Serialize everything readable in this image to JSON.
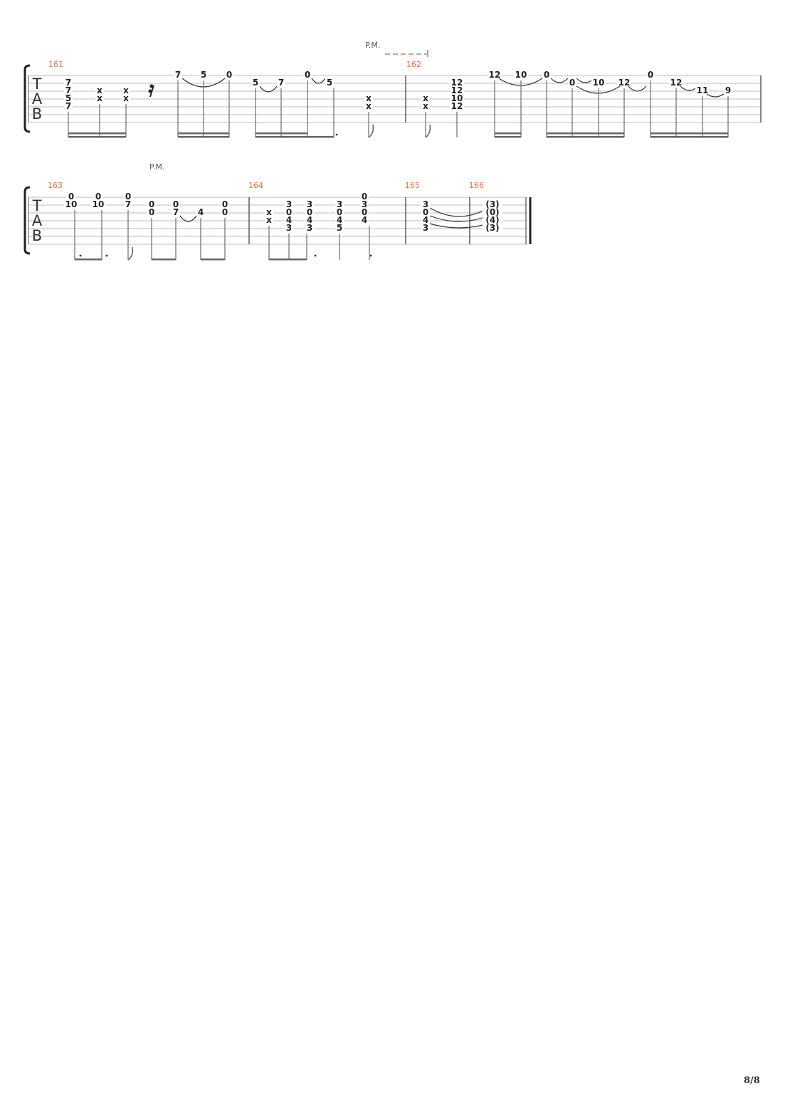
{
  "page_number": "8/8",
  "tab_clef": [
    "T",
    "A",
    "B"
  ],
  "systems": [
    {
      "palm_mute": "P.M.",
      "measures": [
        {
          "number": "161",
          "beats": [
            {
              "notes": [
                [
                  1,
                  "7"
                ],
                [
                  2,
                  "7"
                ],
                [
                  3,
                  "5"
                ],
                [
                  4,
                  "7"
                ]
              ]
            },
            {
              "notes": [
                [
                  2,
                  "x"
                ],
                [
                  3,
                  "x"
                ]
              ]
            },
            {
              "notes": [
                [
                  2,
                  "x"
                ],
                [
                  3,
                  "x"
                ]
              ]
            },
            {
              "rest": "16th"
            },
            {
              "notes": [
                [
                  0,
                  "7"
                ]
              ]
            },
            {
              "notes": [
                [
                  0,
                  "5"
                ]
              ]
            },
            {
              "notes": [
                [
                  0,
                  "0"
                ]
              ]
            },
            {
              "notes": [
                [
                  1,
                  "5"
                ]
              ]
            },
            {
              "notes": [
                [
                  1,
                  "7"
                ]
              ]
            },
            {
              "notes": [
                [
                  0,
                  "0"
                ]
              ]
            },
            {
              "notes": [
                [
                  1,
                  "5"
                ]
              ]
            },
            {
              "notes": [
                [
                  3,
                  "x"
                ],
                [
                  4,
                  "x"
                ]
              ]
            }
          ]
        },
        {
          "number": "162",
          "beats": [
            {
              "notes": [
                [
                  3,
                  "x"
                ],
                [
                  4,
                  "x"
                ]
              ]
            },
            {
              "notes": [
                [
                  1,
                  "12"
                ],
                [
                  2,
                  "12"
                ],
                [
                  3,
                  "10"
                ],
                [
                  4,
                  "12"
                ]
              ]
            },
            {
              "notes": [
                [
                  0,
                  "12"
                ]
              ]
            },
            {
              "notes": [
                [
                  0,
                  "10"
                ]
              ]
            },
            {
              "notes": [
                [
                  0,
                  "0"
                ]
              ]
            },
            {
              "notes": [
                [
                  1,
                  "0"
                ]
              ]
            },
            {
              "notes": [
                [
                  1,
                  "10"
                ]
              ]
            },
            {
              "notes": [
                [
                  1,
                  "12"
                ]
              ]
            },
            {
              "notes": [
                [
                  0,
                  "0"
                ]
              ]
            },
            {
              "notes": [
                [
                  1,
                  "12"
                ]
              ]
            },
            {
              "notes": [
                [
                  2,
                  "11"
                ]
              ]
            },
            {
              "notes": [
                [
                  2,
                  "9"
                ]
              ]
            }
          ]
        }
      ]
    },
    {
      "palm_mute": "P.M.",
      "measures": [
        {
          "number": "163",
          "beats": [
            {
              "notes": [
                [
                  0,
                  "0"
                ],
                [
                  1,
                  "10"
                ]
              ]
            },
            {
              "notes": [
                [
                  0,
                  "0"
                ],
                [
                  1,
                  "10"
                ]
              ]
            },
            {
              "notes": [
                [
                  0,
                  "0"
                ],
                [
                  1,
                  "7"
                ]
              ]
            },
            {
              "notes": [
                [
                  1,
                  "0"
                ],
                [
                  2,
                  "0"
                ]
              ]
            },
            {
              "notes": [
                [
                  1,
                  "0"
                ],
                [
                  2,
                  "7"
                ]
              ]
            },
            {
              "notes": [
                [
                  2,
                  "4"
                ]
              ]
            },
            {
              "notes": [
                [
                  1,
                  "0"
                ],
                [
                  2,
                  "0"
                ]
              ]
            }
          ]
        },
        {
          "number": "164",
          "beats": [
            {
              "notes": [
                [
                  2,
                  "x"
                ],
                [
                  3,
                  "x"
                ]
              ]
            },
            {
              "notes": [
                [
                  1,
                  "3"
                ],
                [
                  2,
                  "0"
                ],
                [
                  3,
                  "4"
                ],
                [
                  4,
                  "3"
                ]
              ]
            },
            {
              "notes": [
                [
                  1,
                  "3"
                ],
                [
                  2,
                  "0"
                ],
                [
                  3,
                  "4"
                ],
                [
                  4,
                  "3"
                ]
              ]
            },
            {
              "notes": [
                [
                  1,
                  "3"
                ],
                [
                  2,
                  "0"
                ],
                [
                  3,
                  "4"
                ],
                [
                  4,
                  "5"
                ]
              ]
            },
            {
              "notes": [
                [
                  0,
                  "0"
                ],
                [
                  1,
                  "3"
                ],
                [
                  2,
                  "0"
                ],
                [
                  3,
                  "4"
                ]
              ]
            }
          ]
        },
        {
          "number": "165",
          "beats": [
            {
              "notes": [
                [
                  1,
                  "3"
                ],
                [
                  2,
                  "0"
                ],
                [
                  3,
                  "4"
                ],
                [
                  4,
                  "3"
                ]
              ]
            }
          ]
        },
        {
          "number": "166",
          "beats": [
            {
              "notes": [
                [
                  1,
                  "(3)"
                ],
                [
                  2,
                  "(0)"
                ],
                [
                  3,
                  "(4)"
                ],
                [
                  4,
                  "(3)"
                ]
              ]
            }
          ]
        }
      ]
    }
  ]
}
